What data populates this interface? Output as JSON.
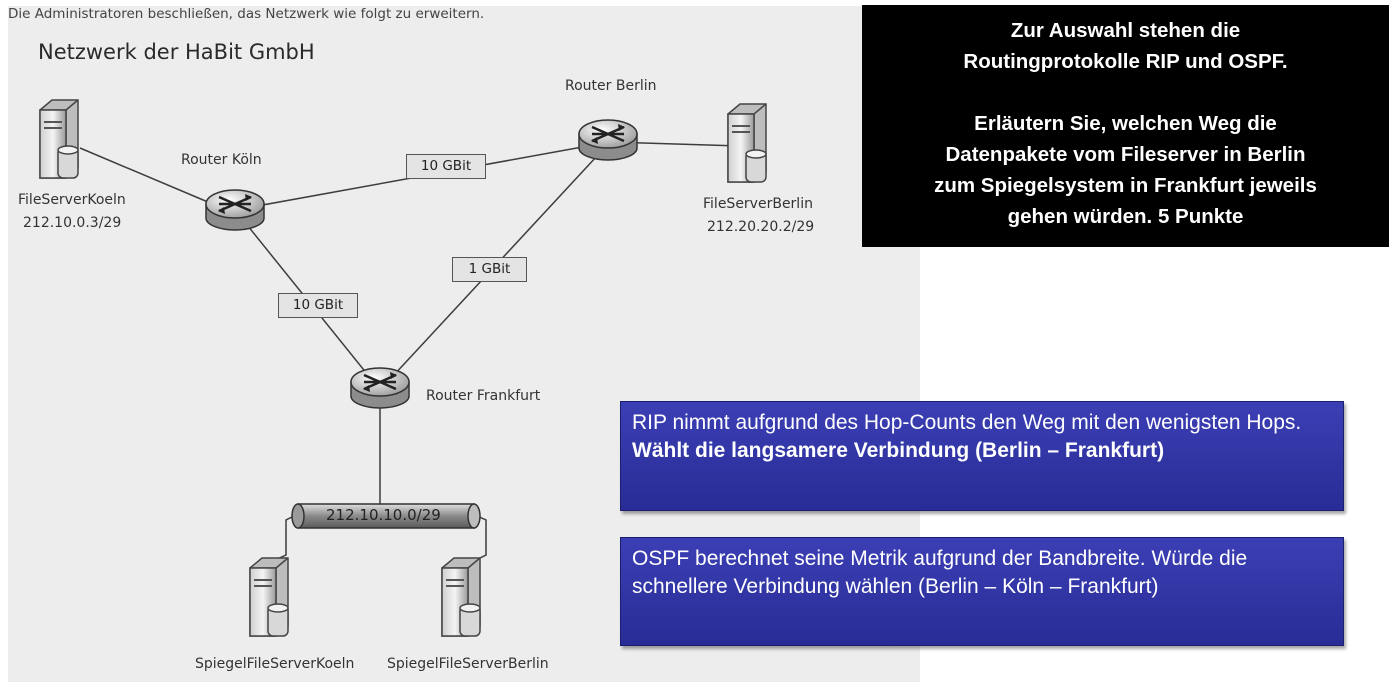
{
  "diagram": {
    "intro_text": "Die Administratoren beschließen, das Netzwerk wie folgt zu erweitern.",
    "title": "Netzwerk der HaBit GmbH",
    "routers": {
      "koeln": "Router Köln",
      "berlin": "Router Berlin",
      "frankfurt": "Router Frankfurt"
    },
    "servers": {
      "koeln_name": "FileServerKoeln",
      "koeln_ip": "212.10.0.3/29",
      "berlin_name": "FileServerBerlin",
      "berlin_ip": "212.20.20.2/29",
      "mirror_koeln": "SpiegelFileServerKoeln",
      "mirror_berlin": "SpiegelFileServerBerlin"
    },
    "links": {
      "koeln_berlin": "10 GBit",
      "berlin_frankfurt": "1 GBit",
      "koeln_frankfurt": "10 GBit"
    },
    "subnet": "212.10.10.0/29"
  },
  "question": {
    "line1": "Zur Auswahl stehen die",
    "line2": "Routingprotokolle RIP und OSPF.",
    "line3": "Erläutern Sie, welchen Weg die",
    "line4": "Datenpakete vom Fileserver in Berlin",
    "line5": "zum Spiegelsystem in Frankfurt jeweils",
    "line6": "gehen würden.  5 Punkte"
  },
  "answers": {
    "rip_text": "RIP nimmt aufgrund des Hop-Counts den Weg mit den wenigsten Hops.",
    "rip_bold": "Wählt die langsamere Verbindung (Berlin – Frankfurt)",
    "ospf_text": "OSPF berechnet seine Metrik aufgrund der Bandbreite. Würde die schnellere Verbindung wählen (Berlin – Köln – Frankfurt)"
  },
  "colors": {
    "answer_box": "#2f33a8",
    "question_box": "#000000"
  }
}
